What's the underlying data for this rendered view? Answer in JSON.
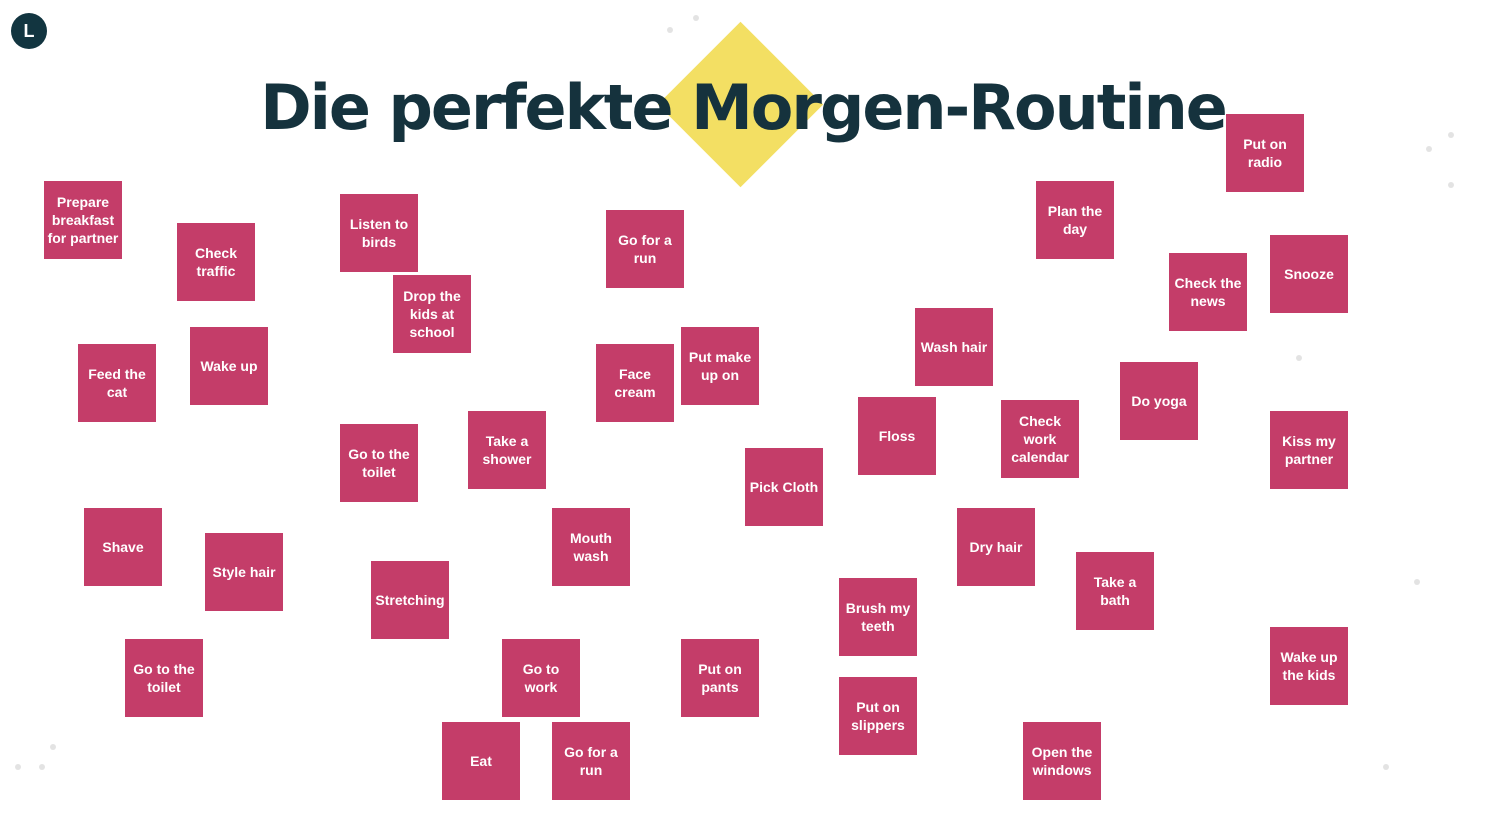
{
  "app": {
    "logo_letter": "L"
  },
  "board": {
    "title": "Die perfekte Morgen-Routine",
    "accent_color": "#f3df63",
    "note_color": "#c43d69",
    "title_color": "#15323d",
    "notes": [
      "Prepare breakfast for partner",
      "Check traffic",
      "Listen to birds",
      "Drop the kids at school",
      "Go for a run",
      "Feed the cat",
      "Wake up",
      "Face cream",
      "Put make up on",
      "Go to the toilet",
      "Take a shower",
      "Pick Cloth",
      "Shave",
      "Style hair",
      "Stretching",
      "Mouth wash",
      "Go to the toilet",
      "Go to work",
      "Put on pants",
      "Eat",
      "Go for a run",
      "Put on radio",
      "Plan the day",
      "Check the news",
      "Snooze",
      "Wash hair",
      "Floss",
      "Check work calendar",
      "Do yoga",
      "Kiss my partner",
      "Dry hair",
      "Take a bath",
      "Brush my teeth",
      "Put on slippers",
      "Wake up the kids",
      "Open the windows"
    ]
  }
}
